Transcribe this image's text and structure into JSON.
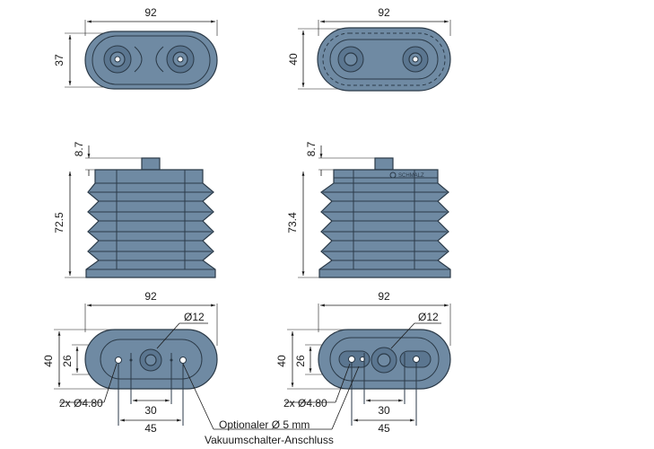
{
  "views": {
    "top_left": {
      "width": "92",
      "height": "37"
    },
    "top_right": {
      "width": "92",
      "height": "40"
    },
    "mid_left": {
      "top": "8.7",
      "height": "72.5"
    },
    "mid_right": {
      "top": "8.7",
      "height": "73.4",
      "brand": "SCHMALZ"
    },
    "bot_left": {
      "width": "92",
      "height": "40",
      "inner": "26",
      "bore": "Ø12",
      "holes": "2x Ø4.80",
      "d30": "30",
      "d45": "45"
    },
    "bot_right": {
      "width": "92",
      "height": "40",
      "inner": "26",
      "bore": "Ø12",
      "holes": "2x Ø4.80",
      "d30": "30",
      "d45": "45"
    }
  },
  "note": {
    "line1": "Optionaler Ø 5 mm",
    "line2": "Vakuumschalter-Anschluss"
  },
  "colors": {
    "body": "#6f8aa3",
    "outline": "#2b3a48"
  }
}
